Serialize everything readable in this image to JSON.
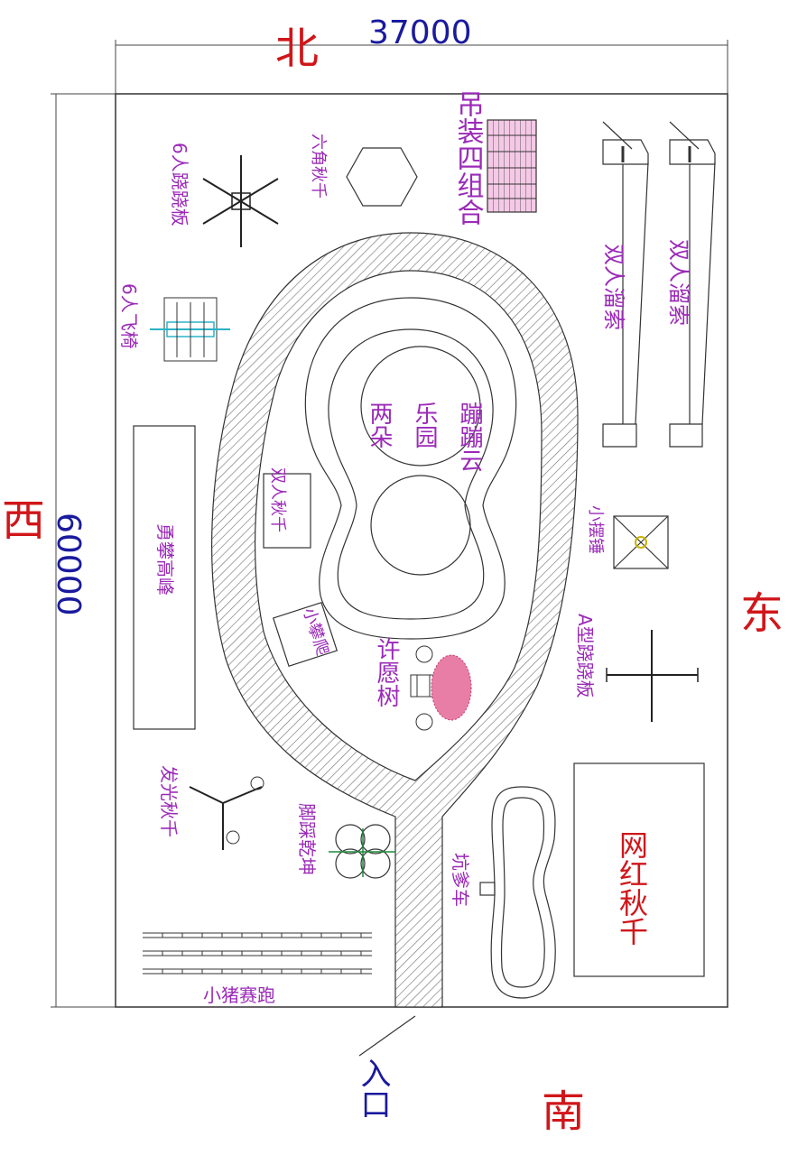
{
  "directions": {
    "north": "北",
    "south": "南",
    "east": "东",
    "west": "西"
  },
  "dimensions": {
    "width": "37000",
    "height": "60000"
  },
  "entrance": "入口",
  "attractions": {
    "hanging_combo": "吊装四组合",
    "hex_swing": "六角秋千",
    "seesaw6": "6人跷跷板",
    "flying_chair6": "6人飞椅",
    "double_zipline_1": "双人溜索",
    "double_zipline_2": "双人溜索",
    "cloud_park": "蹦蹦云乐园两朵",
    "double_swing": "双人秋千",
    "climbing_peak": "勇攀高峰",
    "small_climb": "小攀爬",
    "wish_tree": "许愿树",
    "small_pendulum": "小摆锤",
    "a_seesaw": "A型跷跷板",
    "glow_swing": "发光秋千",
    "pedal_qiankun": "脚踩乾坤",
    "kart": "坑爹车",
    "internet_swing": "网红秋千",
    "pig_race": "小猪赛跑"
  },
  "colors": {
    "direction": "#d0161a",
    "dimension": "#1a1a9e",
    "label": "#9b2ab8",
    "accent_red": "#d0161a",
    "line": "#333333"
  }
}
